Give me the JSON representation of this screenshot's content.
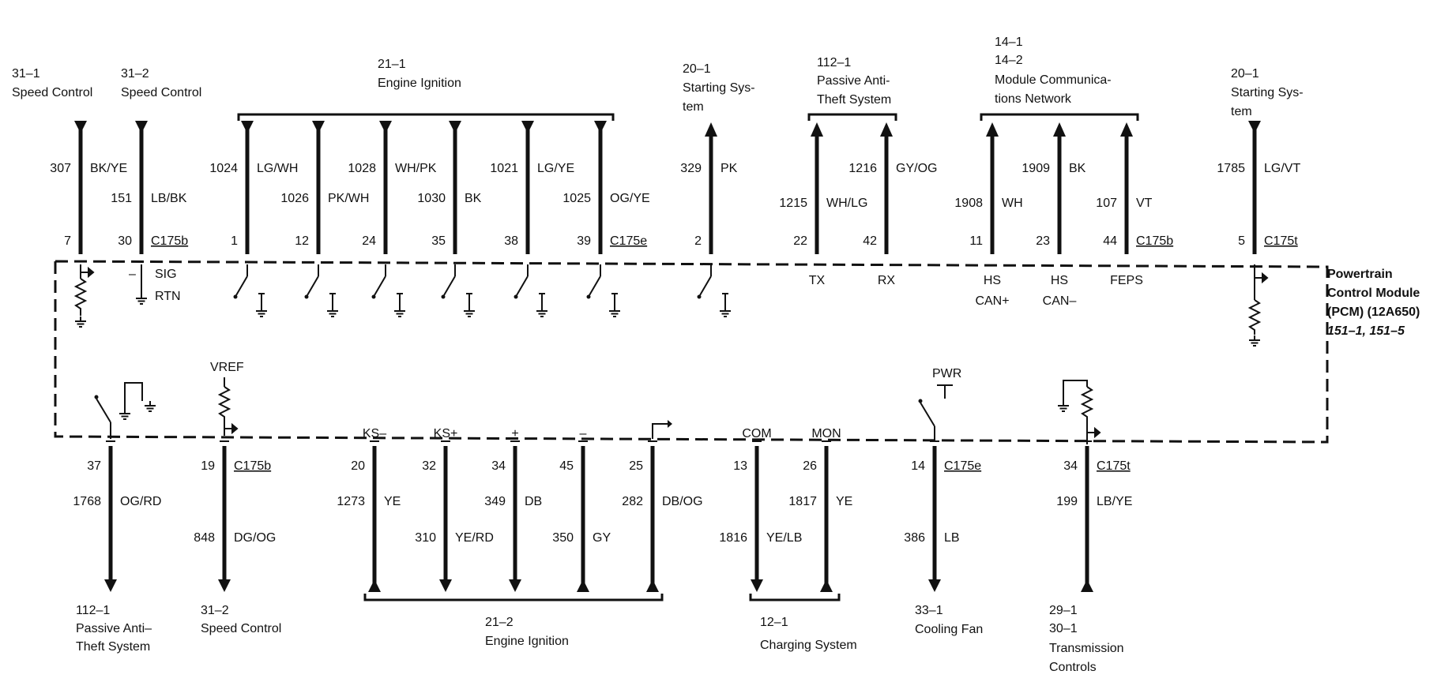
{
  "module": {
    "name1": "Powertrain",
    "name2": "Control Module",
    "name3": "(PCM) (12A650)",
    "ref": "151–1, 151–5"
  },
  "top_groups": [
    {
      "refs": [
        "31–1",
        "Speed Control"
      ]
    },
    {
      "refs": [
        "31–2",
        "Speed Control"
      ]
    },
    {
      "refs": [
        "21–1",
        "Engine Ignition"
      ]
    },
    {
      "refs": [
        "20–1",
        "Starting Sys-",
        "tem"
      ]
    },
    {
      "refs": [
        "112–1",
        "Passive Anti-",
        "Theft System"
      ]
    },
    {
      "refs": [
        "14–1",
        "14–2",
        "Module Communica-",
        "tions Network"
      ]
    },
    {
      "refs": [
        "20–1",
        "Starting Sys-",
        "tem"
      ]
    }
  ],
  "top_wires": [
    {
      "circuit": "307",
      "color": "BK/YE",
      "pin": "7",
      "dir": "in"
    },
    {
      "circuit": "151",
      "color": "LB/BK",
      "pin": "30",
      "dir": "in",
      "connector": "C175b"
    },
    {
      "circuit": "1024",
      "color": "LG/WH",
      "pin": "1",
      "dir": "in"
    },
    {
      "circuit": "1026",
      "color": "PK/WH",
      "pin": "12",
      "dir": "in"
    },
    {
      "circuit": "1028",
      "color": "WH/PK",
      "pin": "24",
      "dir": "in"
    },
    {
      "circuit": "1030",
      "color": "BK",
      "pin": "35",
      "dir": "in"
    },
    {
      "circuit": "1021",
      "color": "LG/YE",
      "pin": "38",
      "dir": "in"
    },
    {
      "circuit": "1025",
      "color": "OG/YE",
      "pin": "39",
      "dir": "in",
      "connector": "C175e"
    },
    {
      "circuit": "329",
      "color": "PK",
      "pin": "2",
      "dir": "out"
    },
    {
      "circuit": "1215",
      "color": "WH/LG",
      "pin": "22",
      "dir": "out",
      "signal": "TX"
    },
    {
      "circuit": "1216",
      "color": "GY/OG",
      "pin": "42",
      "dir": "out",
      "signal": "RX"
    },
    {
      "circuit": "1908",
      "color": "WH",
      "pin": "11",
      "dir": "out",
      "signal": "HS",
      "signal2": "CAN+"
    },
    {
      "circuit": "1909",
      "color": "BK",
      "pin": "23",
      "dir": "out",
      "signal": "HS",
      "signal2": "CAN–"
    },
    {
      "circuit": "107",
      "color": "VT",
      "pin": "44",
      "dir": "out",
      "signal": "FEPS",
      "connector": "C175b"
    },
    {
      "circuit": "1785",
      "color": "LG/VT",
      "pin": "5",
      "dir": "in",
      "connector": "C175t"
    }
  ],
  "inner_labels": {
    "minus": "–",
    "sig": "SIG",
    "rtn": "RTN",
    "vref": "VREF",
    "pwr": "PWR"
  },
  "bottom_wires": [
    {
      "circuit": "1768",
      "color": "OG/RD",
      "pin": "37",
      "dir": "down"
    },
    {
      "circuit": "848",
      "color": "DG/OG",
      "pin": "19",
      "dir": "down",
      "connector": "C175b"
    },
    {
      "circuit": "1273",
      "color": "YE",
      "pin": "20",
      "dir": "up",
      "signal": "KS–"
    },
    {
      "circuit": "310",
      "color": "YE/RD",
      "pin": "32",
      "dir": "down",
      "signal": "KS+"
    },
    {
      "circuit": "349",
      "color": "DB",
      "pin": "34",
      "dir": "down",
      "signal": "+"
    },
    {
      "circuit": "350",
      "color": "GY",
      "pin": "45",
      "dir": "up",
      "signal": "–"
    },
    {
      "circuit": "282",
      "color": "DB/OG",
      "pin": "25",
      "dir": "up"
    },
    {
      "circuit": "1816",
      "color": "YE/LB",
      "pin": "13",
      "dir": "down",
      "signal": "COM"
    },
    {
      "circuit": "1817",
      "color": "YE",
      "pin": "26",
      "dir": "up",
      "signal": "MON"
    },
    {
      "circuit": "386",
      "color": "LB",
      "pin": "14",
      "dir": "down",
      "connector": "C175e"
    },
    {
      "circuit": "199",
      "color": "LB/YE",
      "pin": "34",
      "dir": "up",
      "connector": "C175t"
    }
  ],
  "bottom_groups": [
    {
      "refs": [
        "112–1",
        "Passive Anti–",
        "Theft System"
      ]
    },
    {
      "refs": [
        "31–2",
        "Speed Control"
      ]
    },
    {
      "refs": [
        "21–2",
        "Engine Ignition"
      ]
    },
    {
      "refs": [
        "12–1",
        "Charging System"
      ]
    },
    {
      "refs": [
        "33–1",
        "Cooling Fan"
      ]
    },
    {
      "refs": [
        "29–1",
        "30–1",
        "Transmission",
        "Controls"
      ]
    }
  ]
}
